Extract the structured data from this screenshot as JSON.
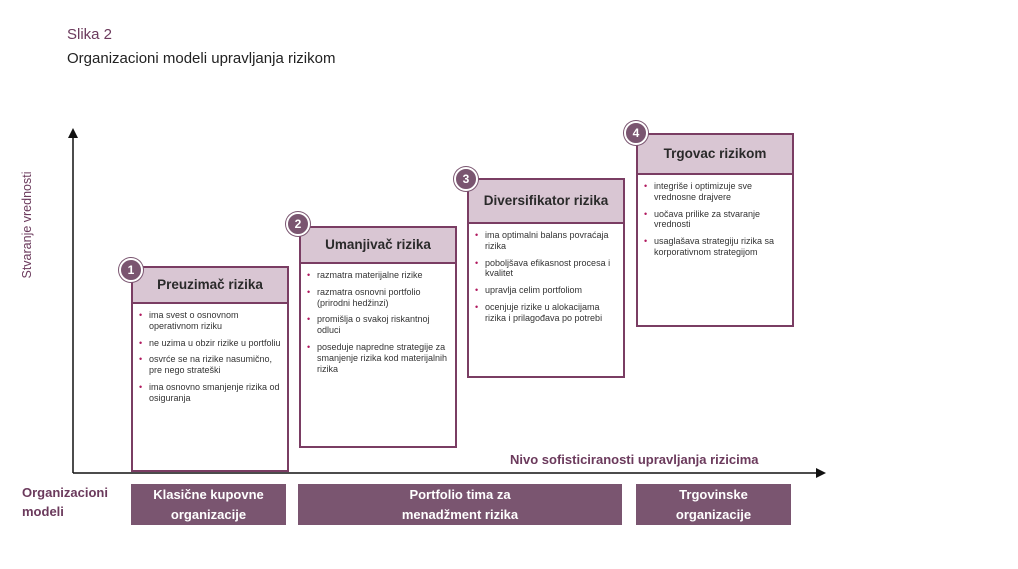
{
  "figure": {
    "label": "Slika 2",
    "title": "Organizacioni modeli upravljanja rizikom"
  },
  "axes": {
    "y_label": "Stvaranje vrednosti",
    "x_label": "Nivo sofisticiranosti upravljanja rizicima"
  },
  "stages": [
    {
      "number": "1",
      "title": "Preuzimač rizika",
      "bullets": [
        "ima svest o osnovnom operativnom riziku",
        "ne uzima u obzir rizike u portfoliu",
        "osvrće se na rizike nasumično, pre nego strateški",
        "ima osnovno smanjenje rizika od osiguranja"
      ]
    },
    {
      "number": "2",
      "title": "Umanjivač rizika",
      "bullets": [
        "razmatra materijalne rizike",
        "razmatra osnovni portfolio (prirodni hedžinzi)",
        "promišlja o svakoj riskantnoj odluci",
        "poseduje napredne strategije za smanjenje rizika kod materijalnih rizika"
      ]
    },
    {
      "number": "3",
      "title": "Diversifikator rizika",
      "bullets": [
        "ima optimalni balans povraćaja rizika",
        "poboljšava efikasnost procesa i kvalitet",
        "upravlja celim portfoliom",
        "ocenjuje rizike u alokacijama rizika i prilagođava po potrebi"
      ]
    },
    {
      "number": "4",
      "title": "Trgovac rizikom",
      "bullets": [
        "integriše i optimizuje sve vrednosne drajvere",
        "uočava prilike za stvaranje vrednosti",
        "usaglašava strategiju rizika sa korporativnom strategijom"
      ]
    }
  ],
  "org_models": {
    "label": "Organizacioni modeli",
    "items": [
      "Klasične kupovne organizacije",
      "Portfolio tima za menadžment rizika",
      "Trgovinske organizacije"
    ]
  },
  "colors": {
    "accent": "#7a3d63",
    "header_fill": "#d9c6d3",
    "org_fill": "#7a5570",
    "bullet": "#b0185e"
  }
}
